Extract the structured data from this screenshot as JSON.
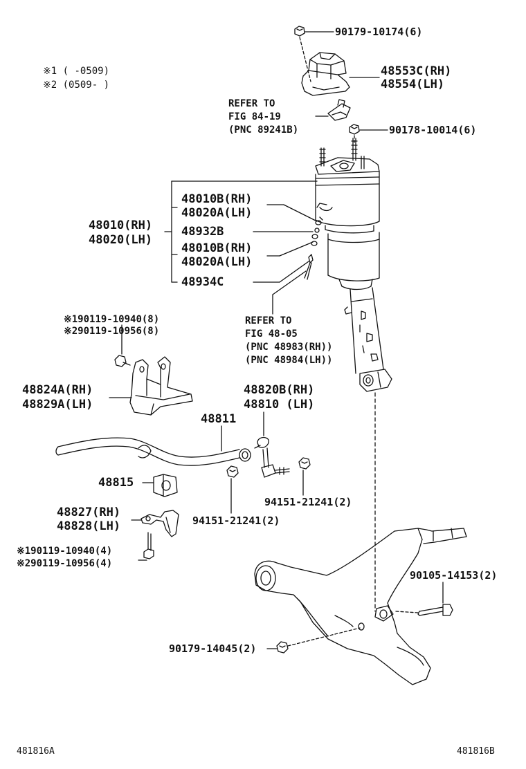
{
  "notes": {
    "n1": "※1  (   -0509)",
    "n2": "※2  (0509-   )"
  },
  "callouts": {
    "nut_top": "90179-10174(6)",
    "cover_rh": "48553C(RH)",
    "cover_lh": "48554(LH)",
    "refer_8419_l1": "REFER TO",
    "refer_8419_l2": "FIG 84-19",
    "refer_8419_l3": "(PNC 89241B)",
    "nut_mid": "90178-10014(6)",
    "strut_asm_a_rh": "48010B(RH)",
    "strut_asm_a_lh": "48020A(LH)",
    "strut_main_rh": "48010(RH)",
    "strut_main_lh": "48020(LH)",
    "oring": "48932B",
    "strut_asm_b_rh": "48010B(RH)",
    "strut_asm_b_lh": "48020A(LH)",
    "clip": "48934C",
    "refer_4805_l1": "REFER TO",
    "refer_4805_l2": "FIG 48-05",
    "refer_4805_l3": "(PNC 48983(RH))",
    "refer_4805_l4": "(PNC 48984(LH))",
    "bolt_bracket_1": "※190119-10940(8)",
    "bolt_bracket_2": "※290119-10956(8)",
    "bracket_rh": "48824A(RH)",
    "bracket_lh": "48829A(LH)",
    "link_rh": "48820B(RH)",
    "link_lh": "48810  (LH)",
    "stabilizer_bar": "48811",
    "bushing": "48815",
    "nut_link_r": "94151-21241(2)",
    "clamp_rh": "48827(RH)",
    "clamp_lh": "48828(LH)",
    "nut_link_l": "94151-21241(2)",
    "bolt_clamp_1": "※190119-10940(4)",
    "bolt_clamp_2": "※290119-10956(4)",
    "bolt_arm": "90105-14153(2)",
    "nut_arm": "90179-14045(2)"
  },
  "footer": {
    "left_code": "481816A",
    "right_code": "481816B"
  },
  "colors": {
    "line": "#111111",
    "paper": "#ffffff"
  }
}
